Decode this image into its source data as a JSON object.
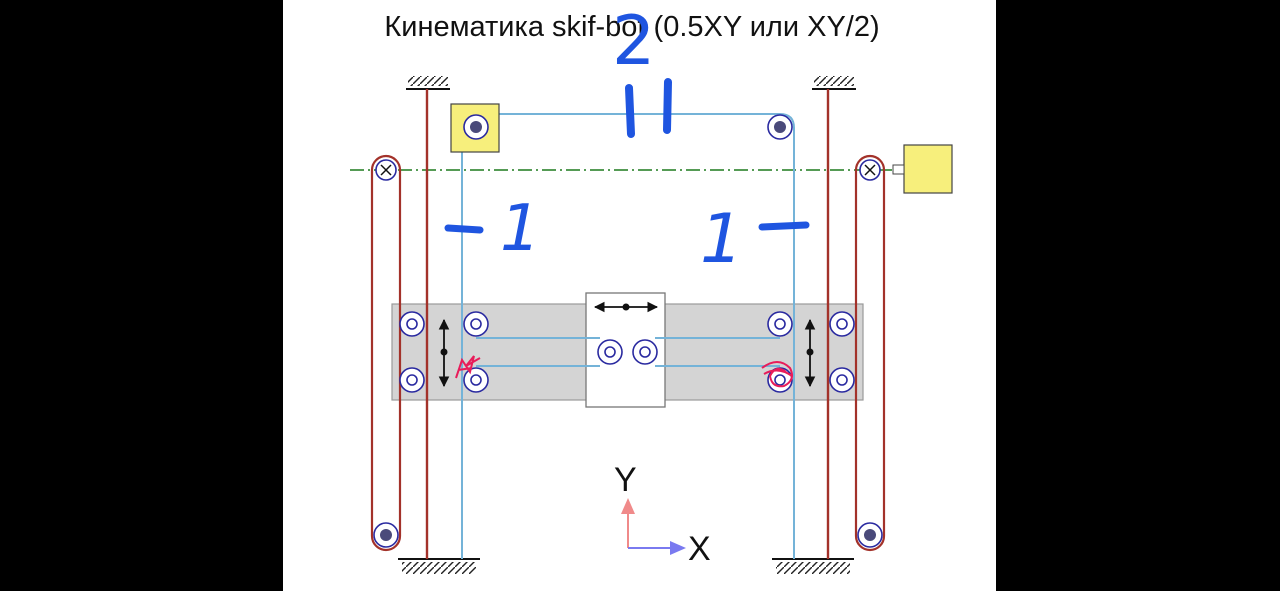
{
  "diagram": {
    "title": "Кинематика skif-bot (0.5XY или XY/2)",
    "axis_y_label": "Y",
    "axis_x_label": "X",
    "annotation_top": "2",
    "annotation_left": "1",
    "annotation_right": "1"
  },
  "colors": {
    "frame_belt": "#a3322a",
    "drive_belt": "#74b3d8",
    "motor": "#f7ef7c",
    "pulley": "#2a2aa0",
    "centerline": "#1d7a1d",
    "gantry": "#d4d4d4",
    "ink_blue": "#1f55e0",
    "ink_red": "#e81c5a",
    "y_axis": "#f08a8a",
    "x_axis": "#7a7af0"
  }
}
